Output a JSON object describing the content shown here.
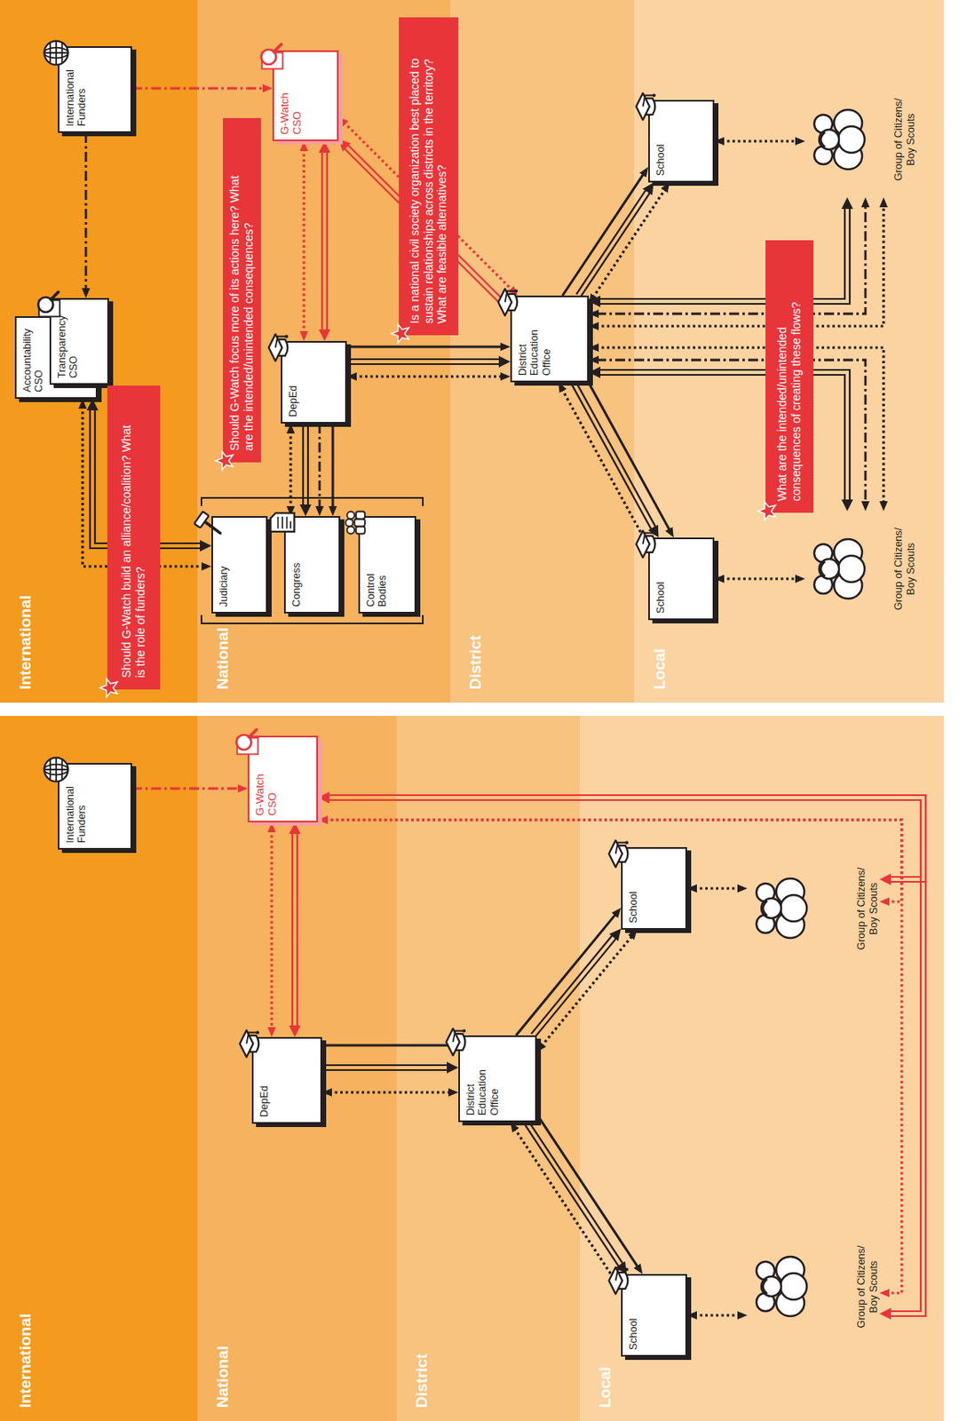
{
  "diagram": {
    "nodes": [
      {
        "text": [
          "International"
        ]
      },
      {
        "text": [
          "National"
        ]
      },
      {
        "text": [
          "District"
        ]
      },
      {
        "text": [
          "Local"
        ]
      },
      {
        "text": [
          "International Funders"
        ],
        "in": 0
      },
      {
        "text": [
          "Accountability CSO"
        ],
        "in": 0
      },
      {
        "text": [
          "Transparency CSO"
        ],
        "in": 0
      },
      {
        "text": [
          "Should G-Watch build an alliance/coalition? What is the role of funders?"
        ],
        "in": 0
      },
      {
        "text": [
          "G-Watch CSO"
        ],
        "in": 1
      },
      {
        "text": [
          "Should G-Watch focus more of its actions here? What are the intended/unintended consequences?"
        ],
        "in": 1
      },
      {
        "text": [
          "Judiciary"
        ],
        "in": 1
      },
      {
        "text": [
          "Congress"
        ],
        "in": 1
      },
      {
        "text": [
          "Control Bodies"
        ],
        "in": 1
      },
      {
        "text": [
          "DepEd"
        ],
        "in": 1
      },
      {
        "text": [
          "Is a national civil society organization best placed to sustain relationships across districts in the territory? What are feasible alternatives?"
        ],
        "in": 1
      },
      {
        "text": [
          "District Education Office"
        ],
        "in": 2
      },
      {
        "text": [
          "What are the intended/unintended consequences of creating these flows?"
        ],
        "in": 3
      },
      {
        "text": [
          "School"
        ],
        "in": 3
      },
      {
        "text": [
          "School"
        ],
        "in": 3
      },
      {
        "text": [
          "Group of Citizens/ Boy Scouts"
        ],
        "in": 3
      },
      {
        "text": [
          "Group of Citizens/ Boy Scouts"
        ],
        "in": 3
      },
      {
        "text": [
          "International"
        ]
      },
      {
        "text": [
          "National"
        ]
      },
      {
        "text": [
          "District"
        ]
      },
      {
        "text": [
          "Local"
        ]
      },
      {
        "text": [
          "International Funders"
        ],
        "in": 21
      },
      {
        "text": [
          "G-Watch CSO"
        ],
        "in": 22
      },
      {
        "text": [
          "DepEd"
        ],
        "in": 22
      },
      {
        "text": [
          "District Education Office"
        ],
        "in": 23
      },
      {
        "text": [
          "School"
        ],
        "in": 24
      },
      {
        "text": [
          "School"
        ],
        "in": 24
      },
      {
        "text": [
          "Group of Citizens/ Boy Scouts"
        ],
        "in": 24
      },
      {
        "text": [
          "Group of Citizens/ Boy Scouts"
        ],
        "in": 24
      }
    ],
    "edges": [
      {
        "from": 4,
        "to": 6,
        "arrow": "to"
      },
      {
        "from": 4,
        "to": 8,
        "arrow": "to"
      },
      {
        "from": 5,
        "to": 10,
        "arrow": "both"
      },
      {
        "from": 5,
        "to": 10,
        "arrow": "both"
      },
      {
        "from": 13,
        "to": 11,
        "arrow": "both"
      },
      {
        "from": 13,
        "to": 11,
        "arrow": "to"
      },
      {
        "from": 13,
        "to": 11,
        "arrow": "to"
      },
      {
        "from": 13,
        "to": 11,
        "arrow": "to"
      },
      {
        "from": 8,
        "to": 13,
        "arrow": "both"
      },
      {
        "from": 8,
        "to": 13,
        "arrow": "both"
      },
      {
        "from": 8,
        "to": 15,
        "arrow": "both"
      },
      {
        "from": 8,
        "to": 15,
        "arrow": "both"
      },
      {
        "from": 13,
        "to": 15,
        "arrow": "both"
      },
      {
        "from": 13,
        "to": 15,
        "arrow": "to"
      },
      {
        "from": 13,
        "to": 15,
        "arrow": "to"
      },
      {
        "from": 15,
        "to": 17,
        "arrow": "to"
      },
      {
        "from": 15,
        "to": 17,
        "arrow": "to"
      },
      {
        "from": 15,
        "to": 17,
        "arrow": "both"
      },
      {
        "from": 15,
        "to": 18,
        "arrow": "to"
      },
      {
        "from": 15,
        "to": 18,
        "arrow": "to"
      },
      {
        "from": 15,
        "to": 18,
        "arrow": "both"
      },
      {
        "from": 17,
        "to": 19,
        "arrow": "both"
      },
      {
        "from": 18,
        "to": 20,
        "arrow": "both"
      },
      {
        "from": 15,
        "to": 19,
        "arrow": "both"
      },
      {
        "from": 15,
        "to": 19,
        "arrow": "both"
      },
      {
        "from": 15,
        "to": 19,
        "arrow": "both"
      },
      {
        "from": 15,
        "to": 20,
        "arrow": "both"
      },
      {
        "from": 15,
        "to": 20,
        "arrow": "both"
      },
      {
        "from": 15,
        "to": 20,
        "arrow": "both"
      },
      {
        "from": 25,
        "to": 26,
        "arrow": "to"
      },
      {
        "from": 26,
        "to": 27,
        "arrow": "both"
      },
      {
        "from": 26,
        "to": 27,
        "arrow": "both"
      },
      {
        "from": 27,
        "to": 28,
        "arrow": "to"
      },
      {
        "from": 27,
        "to": 28,
        "arrow": "to"
      },
      {
        "from": 27,
        "to": 28,
        "arrow": "both"
      },
      {
        "from": 28,
        "to": 29,
        "arrow": "to"
      },
      {
        "from": 28,
        "to": 29,
        "arrow": "to"
      },
      {
        "from": 28,
        "to": 29,
        "arrow": "both"
      },
      {
        "from": 28,
        "to": 30,
        "arrow": "to"
      },
      {
        "from": 28,
        "to": 30,
        "arrow": "to"
      },
      {
        "from": 28,
        "to": 30,
        "arrow": "both"
      },
      {
        "from": 29,
        "to": 31,
        "arrow": "both"
      },
      {
        "from": 30,
        "to": 32,
        "arrow": "both"
      },
      {
        "from": 26,
        "to": 31,
        "arrow": "both"
      },
      {
        "from": 26,
        "to": 31,
        "arrow": "both"
      },
      {
        "from": 26,
        "to": 32,
        "arrow": "both"
      },
      {
        "from": 26,
        "to": 32,
        "arrow": "both"
      }
    ]
  }
}
